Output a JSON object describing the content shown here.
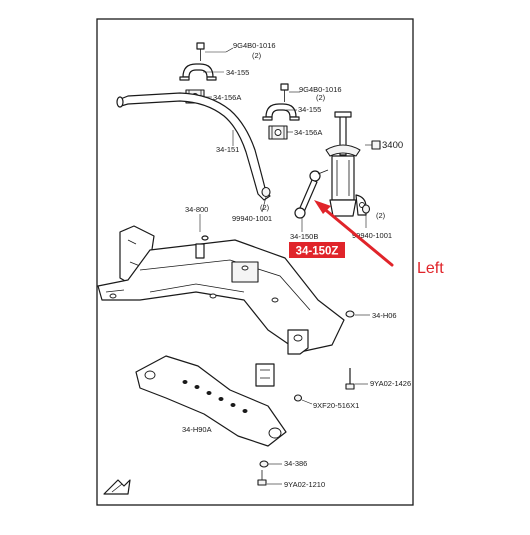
{
  "labels": {
    "l1": "9G4B0-1016",
    "qty": "(2)",
    "l2": "34-155",
    "l3": "34-156A",
    "l4": "34-151",
    "l5": "9G4B0-1016",
    "l6": "34-155",
    "l7": "34-156A",
    "l8": "3400",
    "l9": "99940-1001",
    "l10": "34-150B",
    "l11": "99940-1001",
    "l12": "34-800",
    "l13": "34-H06",
    "l14": "9YA02-1426",
    "l15": "9XF20-516X1",
    "l16": "34-H90A",
    "l17": "34-386",
    "l18": "9YA02-1210"
  },
  "callout": {
    "part_number": "34-150Z",
    "side": "Left"
  },
  "colors": {
    "highlight": "#e0242a",
    "line": "#1a1a1a",
    "background": "#ffffff"
  }
}
